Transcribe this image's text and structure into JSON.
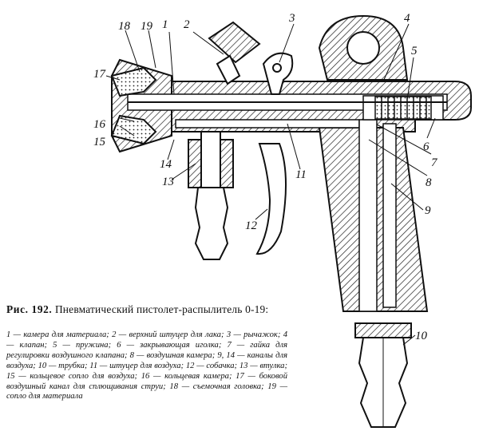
{
  "caption": {
    "fig": "Рис. 192.",
    "title": "Пневматический пистолет-распылитель 0-19:"
  },
  "legend": "1 — камера для материала; 2 — верхний штуцер для лака; 3 — рычажок; 4 — клапан; 5 — пружина; 6 — закрывающая иголка; 7 — гайка для регулировки воздушного клапана; 8 — воздушная камера; 9, 14 — каналы для воздуха; 10 — трубка; 11 — штуцер для воздуха; 12 — собачка; 13 — втулка; 15 — кольцевое сопло для воздуха; 16 — кольцевая камера; 17 — боковой воздушный канал для сплющивания струи; 18 — съемочная головка; 19 — сопло для материала",
  "labels": {
    "l1": "1",
    "l2": "2",
    "l3": "3",
    "l4": "4",
    "l5": "5",
    "l6": "6",
    "l7": "7",
    "l8": "8",
    "l9": "9",
    "l10": "10",
    "l11": "11",
    "l12": "12",
    "l13": "13",
    "l14": "14",
    "l15": "15",
    "l16": "16",
    "l17": "17",
    "l18": "18",
    "l19": "19"
  }
}
